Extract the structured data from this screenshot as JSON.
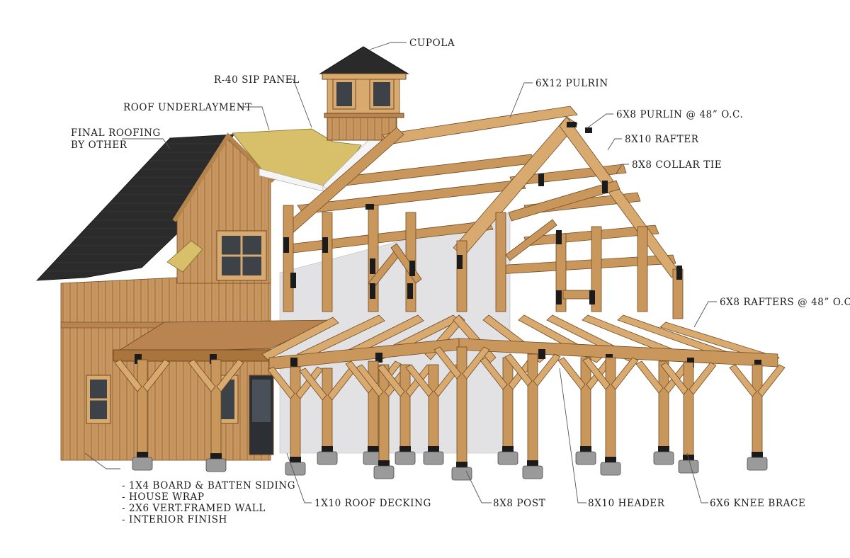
{
  "labels": {
    "cupola": "CUPOLA",
    "sip_panel": "R-40 SIP PANEL",
    "roof_underlayment": "ROOF UNDERLAYMENT",
    "final_roofing_1": "FINAL ROOFING",
    "final_roofing_2": "BY OTHER",
    "pulrin_6x12": "6X12 PULRIN",
    "purlin_6x8": "6X8 PURLIN @ 48” O.C.",
    "rafter_8x10": "8X10 RAFTER",
    "collar_tie_8x8": "8X8 COLLAR TIE",
    "rafters_6x8": "6X8 RAFTERS @ 48” O.C.",
    "wall_1": "- 1X4 BOARD & BATTEN SIDING",
    "wall_2": "- HOUSE WRAP",
    "wall_3": "- 2X6 VERT.FRAMED WALL",
    "wall_4": "- INTERIOR FINISH",
    "roof_decking": "1X10 ROOF DECKING",
    "post_8x8": "8X8 POST",
    "header_8x10": "8X10 HEADER",
    "knee_brace_6x6": "6X6 KNEE BRACE"
  },
  "colors": {
    "timber": "#c9965c",
    "timber_light": "#d9aa70",
    "timber_dark": "#a9753c",
    "shingle": "#2a2a2a",
    "sip": "#d8bf6a",
    "wall_white": "#e2e2e4",
    "steel_plate": "#1b1b1b",
    "pier": "#9a9a9a"
  }
}
